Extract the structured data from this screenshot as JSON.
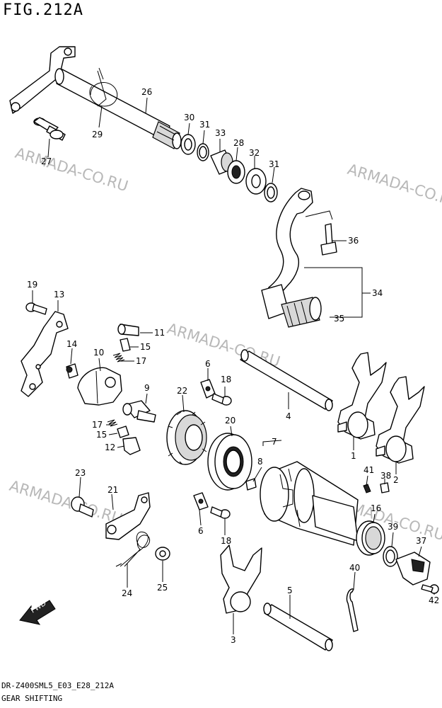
{
  "figure": {
    "title": "FIG.212A",
    "code": "DR-Z400SML5_E03_E28_212A",
    "caption": "GEAR SHIFTING",
    "watermark": "ARMADA-CO.RU",
    "fwd_label": "FWD"
  },
  "callouts": [
    {
      "id": "c26",
      "label": "26"
    },
    {
      "id": "c29",
      "label": "29"
    },
    {
      "id": "c27",
      "label": "27"
    },
    {
      "id": "c30",
      "label": "30"
    },
    {
      "id": "c31a",
      "label": "31"
    },
    {
      "id": "c33",
      "label": "33"
    },
    {
      "id": "c28",
      "label": "28"
    },
    {
      "id": "c32",
      "label": "32"
    },
    {
      "id": "c31b",
      "label": "31"
    },
    {
      "id": "c36",
      "label": "36"
    },
    {
      "id": "c34",
      "label": "34"
    },
    {
      "id": "c35",
      "label": "35"
    },
    {
      "id": "c19",
      "label": "19"
    },
    {
      "id": "c13",
      "label": "13"
    },
    {
      "id": "c14",
      "label": "14"
    },
    {
      "id": "c11",
      "label": "11"
    },
    {
      "id": "c15a",
      "label": "15"
    },
    {
      "id": "c17a",
      "label": "17"
    },
    {
      "id": "c10",
      "label": "10"
    },
    {
      "id": "c9",
      "label": "9"
    },
    {
      "id": "c17b",
      "label": "17"
    },
    {
      "id": "c15b",
      "label": "15"
    },
    {
      "id": "c12",
      "label": "12"
    },
    {
      "id": "c22",
      "label": "22"
    },
    {
      "id": "c6a",
      "label": "6"
    },
    {
      "id": "c18a",
      "label": "18"
    },
    {
      "id": "c20",
      "label": "20"
    },
    {
      "id": "c4",
      "label": "4"
    },
    {
      "id": "c1",
      "label": "1"
    },
    {
      "id": "c2",
      "label": "2"
    },
    {
      "id": "c7",
      "label": "7"
    },
    {
      "id": "c8",
      "label": "8"
    },
    {
      "id": "c41",
      "label": "41"
    },
    {
      "id": "c38",
      "label": "38"
    },
    {
      "id": "c16",
      "label": "16"
    },
    {
      "id": "c23",
      "label": "23"
    },
    {
      "id": "c21",
      "label": "21"
    },
    {
      "id": "c6b",
      "label": "6"
    },
    {
      "id": "c18b",
      "label": "18"
    },
    {
      "id": "c39",
      "label": "39"
    },
    {
      "id": "c37",
      "label": "37"
    },
    {
      "id": "c40",
      "label": "40"
    },
    {
      "id": "c24",
      "label": "24"
    },
    {
      "id": "c25",
      "label": "25"
    },
    {
      "id": "c5",
      "label": "5"
    },
    {
      "id": "c3",
      "label": "3"
    },
    {
      "id": "c42",
      "label": "42"
    }
  ]
}
